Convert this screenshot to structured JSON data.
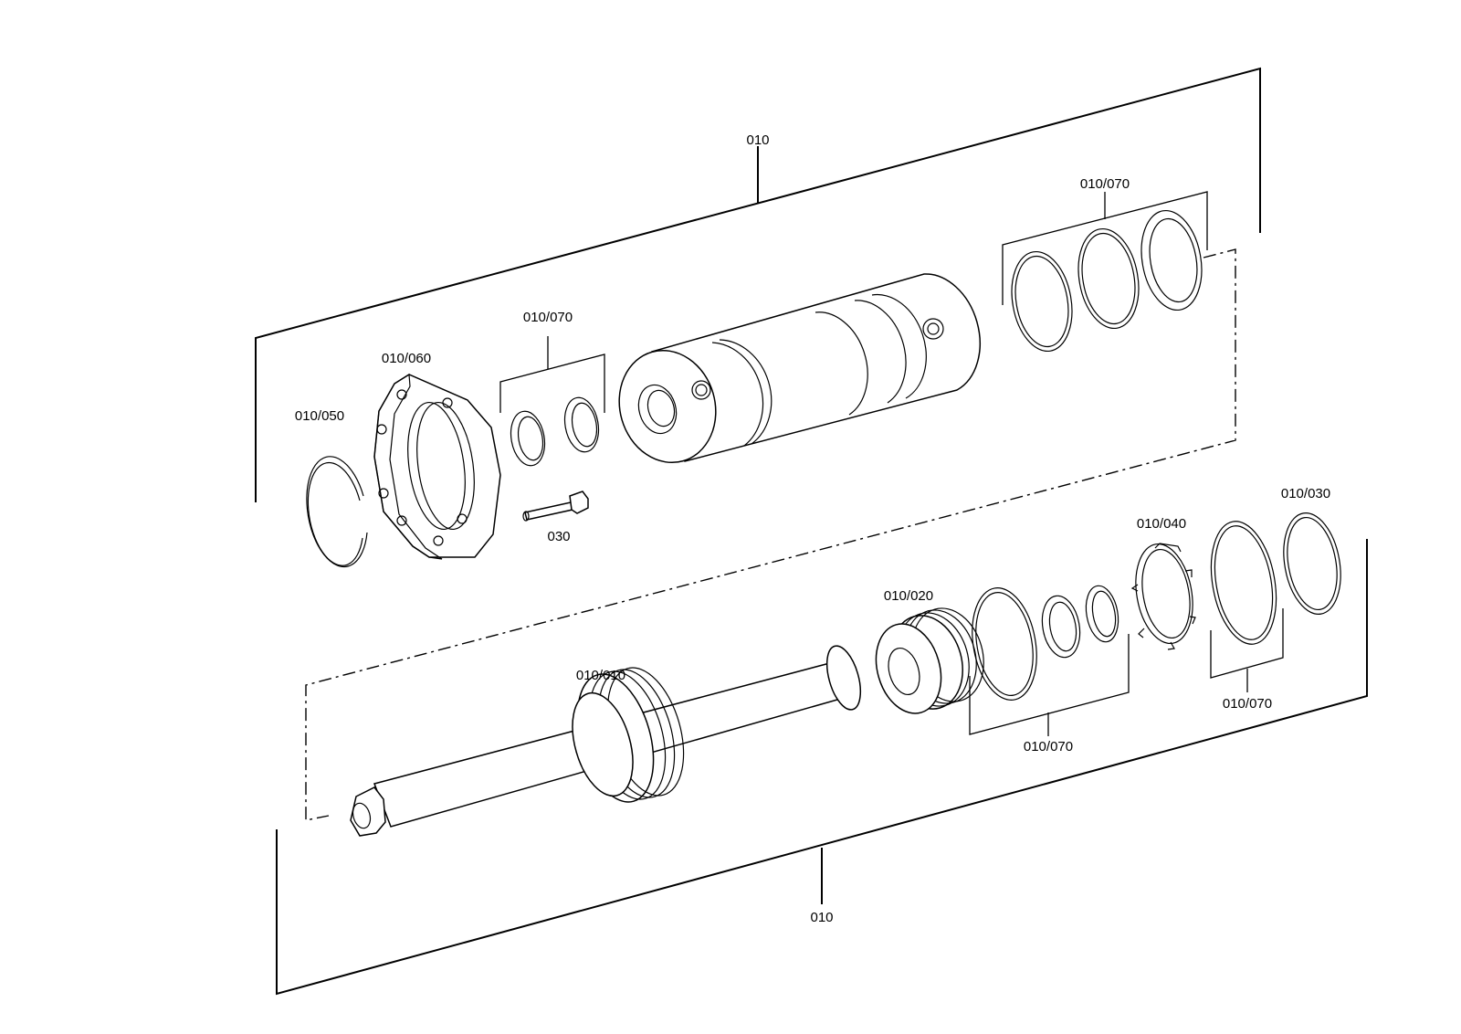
{
  "labels": {
    "top_assembly": "010",
    "bottom_assembly": "010",
    "circlip": "010/050",
    "flange": "010/060",
    "seals_small_left": "010/070",
    "seals_right_top": "010/070",
    "bolt": "030",
    "cylinder_tube": "",
    "piston_rod": "010/010",
    "piston": "010/020",
    "seals_bottom_mid": "010/070",
    "lock_washer": "010/040",
    "seals_bottom_right": "010/070",
    "ring_right": "010/030"
  }
}
